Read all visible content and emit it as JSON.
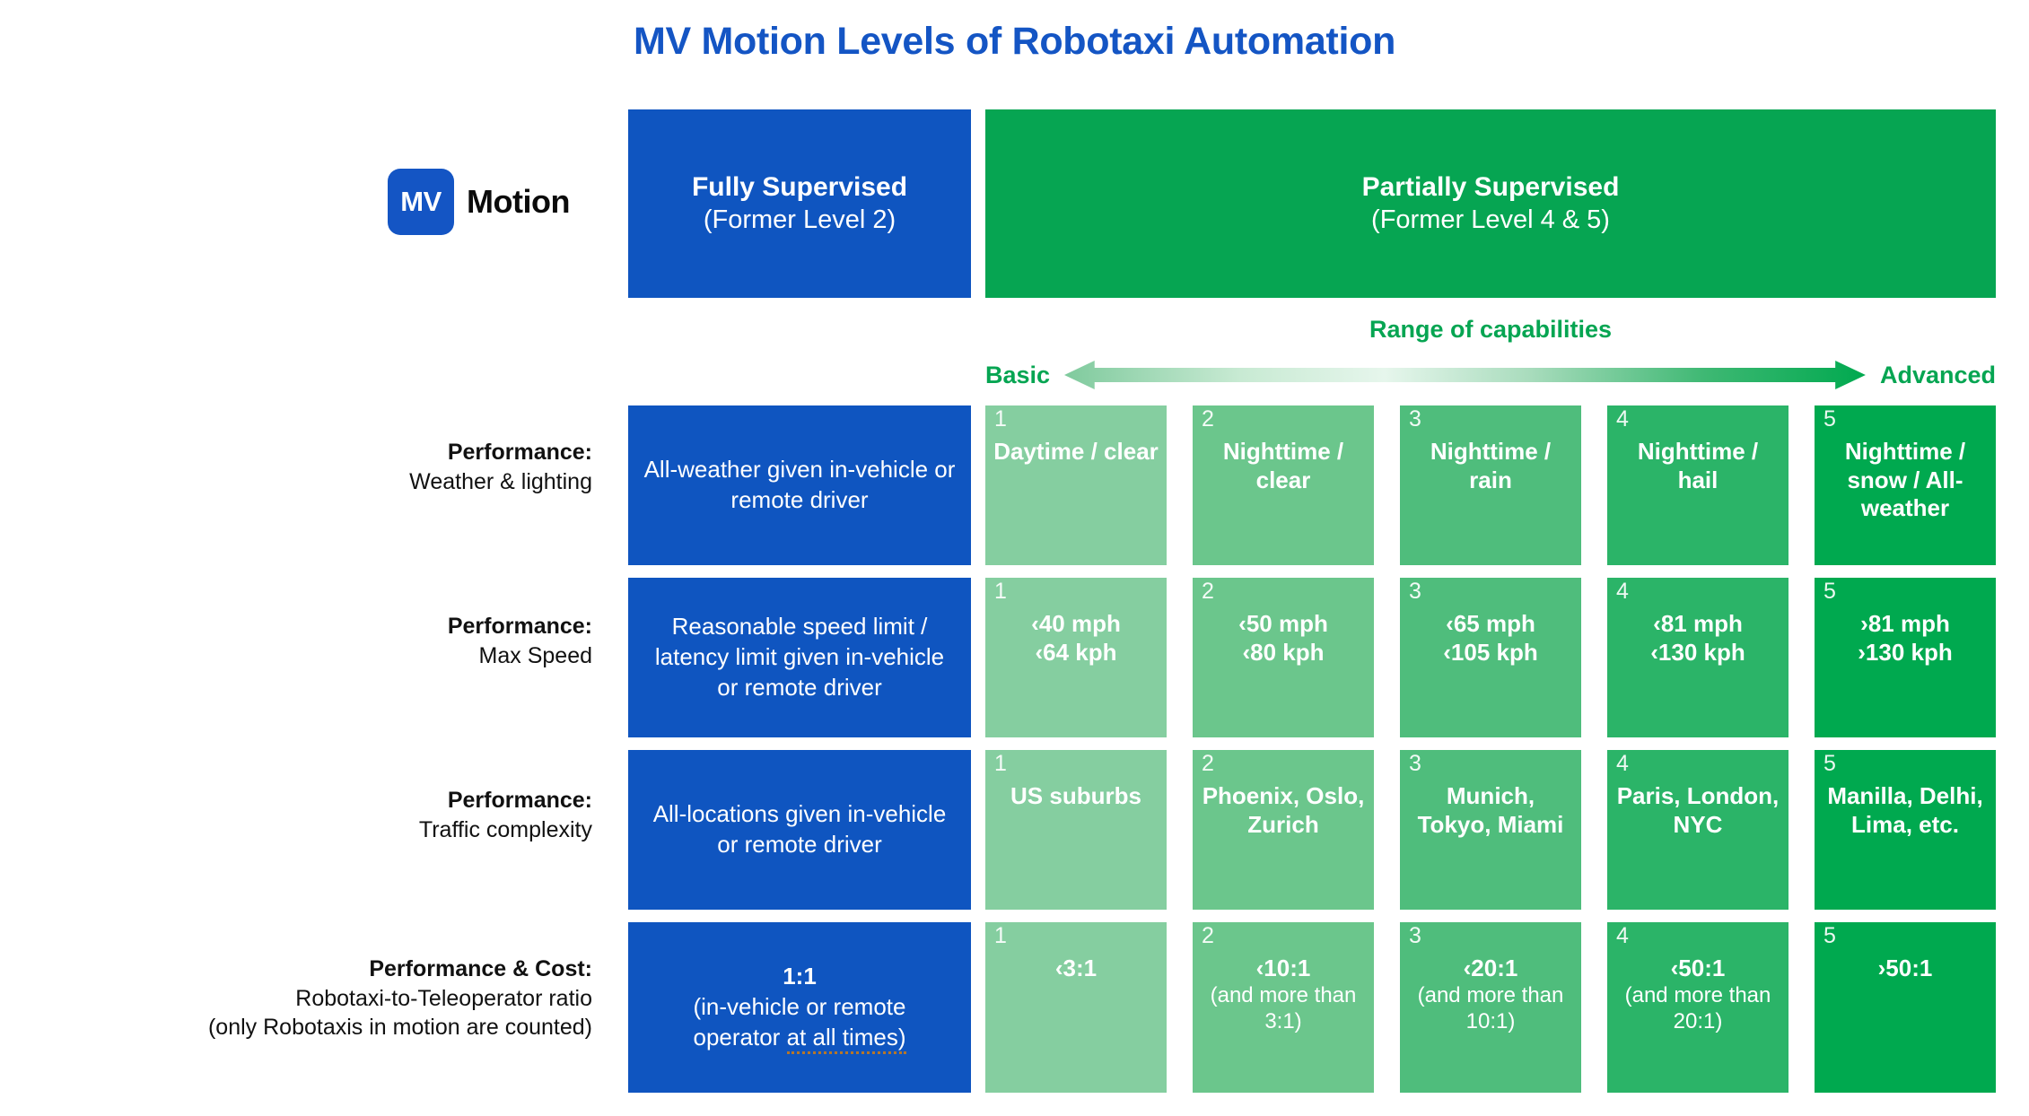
{
  "title": "MV Motion Levels of Robotaxi Automation",
  "brand": {
    "mark": "MV",
    "word": "Motion"
  },
  "header": {
    "supervised": {
      "title": "Fully Supervised",
      "sub": "(Former Level 2)"
    },
    "partial": {
      "title": "Partially Supervised",
      "sub": "(Former Level 4 & 5)"
    }
  },
  "scale": {
    "caption": "Range of capabilities",
    "low": "Basic",
    "high": "Advanced",
    "arrow_icon": "double-arrow-icon"
  },
  "colors": {
    "blue": "#0f55c0",
    "title_blue": "#1455c4",
    "green": "#06a552",
    "level1": "#85ceA0",
    "level2": "#6bc68c",
    "level3": "#4fbd7c",
    "level4": "#2bb468",
    "level5": "#00a94f",
    "spellcheck_underline": "#b5762a"
  },
  "levels": [
    "1",
    "2",
    "3",
    "4",
    "5"
  ],
  "rows": [
    {
      "label_lead": "Performance:",
      "label_sub": "Weather & lighting",
      "baseline": "All-weather given in-vehicle or remote driver",
      "cells": [
        {
          "level": "1",
          "value": "Daytime / clear",
          "note": ""
        },
        {
          "level": "2",
          "value": "Nighttime / clear",
          "note": ""
        },
        {
          "level": "3",
          "value": "Nighttime / rain",
          "note": ""
        },
        {
          "level": "4",
          "value": "Nighttime / hail",
          "note": ""
        },
        {
          "level": "5",
          "value": "Nighttime / snow / All-weather",
          "note": ""
        }
      ]
    },
    {
      "label_lead": "Performance:",
      "label_sub": "Max Speed",
      "baseline": "Reasonable speed limit / latency limit given in-vehicle or remote driver",
      "cells": [
        {
          "level": "1",
          "value": "‹40 mph\n‹64 kph",
          "note": ""
        },
        {
          "level": "2",
          "value": "‹50 mph\n‹80 kph",
          "note": ""
        },
        {
          "level": "3",
          "value": "‹65 mph\n‹105 kph",
          "note": ""
        },
        {
          "level": "4",
          "value": "‹81 mph\n‹130 kph",
          "note": ""
        },
        {
          "level": "5",
          "value": "›81 mph\n›130 kph",
          "note": ""
        }
      ]
    },
    {
      "label_lead": "Performance:",
      "label_sub": "Traffic complexity",
      "baseline": "All-locations given in-vehicle or remote driver",
      "cells": [
        {
          "level": "1",
          "value": "US suburbs",
          "note": ""
        },
        {
          "level": "2",
          "value": "Phoenix, Oslo, Zurich",
          "note": ""
        },
        {
          "level": "3",
          "value": "Munich, Tokyo, Miami",
          "note": ""
        },
        {
          "level": "4",
          "value": "Paris, London, NYC",
          "note": ""
        },
        {
          "level": "5",
          "value": "Manilla, Delhi, Lima, etc.",
          "note": ""
        }
      ]
    },
    {
      "label_lead": "Performance & Cost:",
      "label_sub": "Robotaxi-to-Teleoperator ratio\n(only Robotaxis in motion are counted)",
      "baseline_big": "1:1",
      "baseline_line2": "(in-vehicle or remote",
      "baseline_line3a": "operator ",
      "baseline_line3b": "at all times)",
      "cells": [
        {
          "level": "1",
          "value": "‹3:1",
          "note": ""
        },
        {
          "level": "2",
          "value": "‹10:1",
          "note": "(and more than 3:1)"
        },
        {
          "level": "3",
          "value": "‹20:1",
          "note": "(and more than 10:1)"
        },
        {
          "level": "4",
          "value": "‹50:1",
          "note": "(and more than 20:1)"
        },
        {
          "level": "5",
          "value": "›50:1",
          "note": ""
        }
      ]
    }
  ]
}
